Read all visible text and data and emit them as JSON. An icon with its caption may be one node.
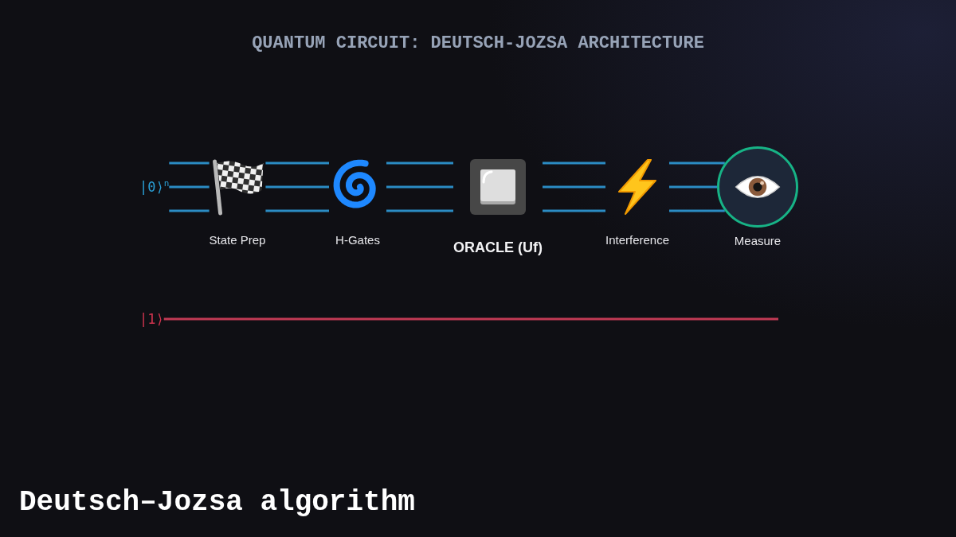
{
  "diagram": {
    "title": "QUANTUM CIRCUIT: DEUTSCH-JOZSA ARCHITECTURE",
    "caption": "Deutsch–Jozsa algorithm",
    "nodes": [
      {
        "text": [
          "|0⟩$^{n}$"
        ]
      },
      {
        "text": [
          "|1⟩"
        ]
      },
      {
        "text": [
          "State Prep"
        ]
      },
      {
        "text": [
          "H-Gates"
        ]
      },
      {
        "text": [
          "ORACLE (Uf)"
        ]
      },
      {
        "text": [
          "Interference"
        ]
      },
      {
        "text": [
          "Measure"
        ]
      }
    ],
    "edges": [
      {
        "from": 0,
        "to": 2,
        "arrow": "none"
      },
      {
        "from": 0,
        "to": 2,
        "arrow": "none"
      },
      {
        "from": 0,
        "to": 2,
        "arrow": "none"
      },
      {
        "from": 2,
        "to": 3,
        "arrow": "none"
      },
      {
        "from": 2,
        "to": 3,
        "arrow": "none"
      },
      {
        "from": 2,
        "to": 3,
        "arrow": "none"
      },
      {
        "from": 3,
        "to": 4,
        "arrow": "none"
      },
      {
        "from": 3,
        "to": 4,
        "arrow": "none"
      },
      {
        "from": 3,
        "to": 4,
        "arrow": "none"
      },
      {
        "from": 4,
        "to": 5,
        "arrow": "none"
      },
      {
        "from": 4,
        "to": 5,
        "arrow": "none"
      },
      {
        "from": 4,
        "to": 5,
        "arrow": "none"
      },
      {
        "from": 5,
        "to": 6,
        "arrow": "none"
      },
      {
        "from": 5,
        "to": 6,
        "arrow": "none"
      },
      {
        "from": 5,
        "to": 6,
        "arrow": "none"
      },
      {
        "from": 1,
        "to": null,
        "arrow": "none",
        "color": "#c23a55"
      }
    ]
  }
}
